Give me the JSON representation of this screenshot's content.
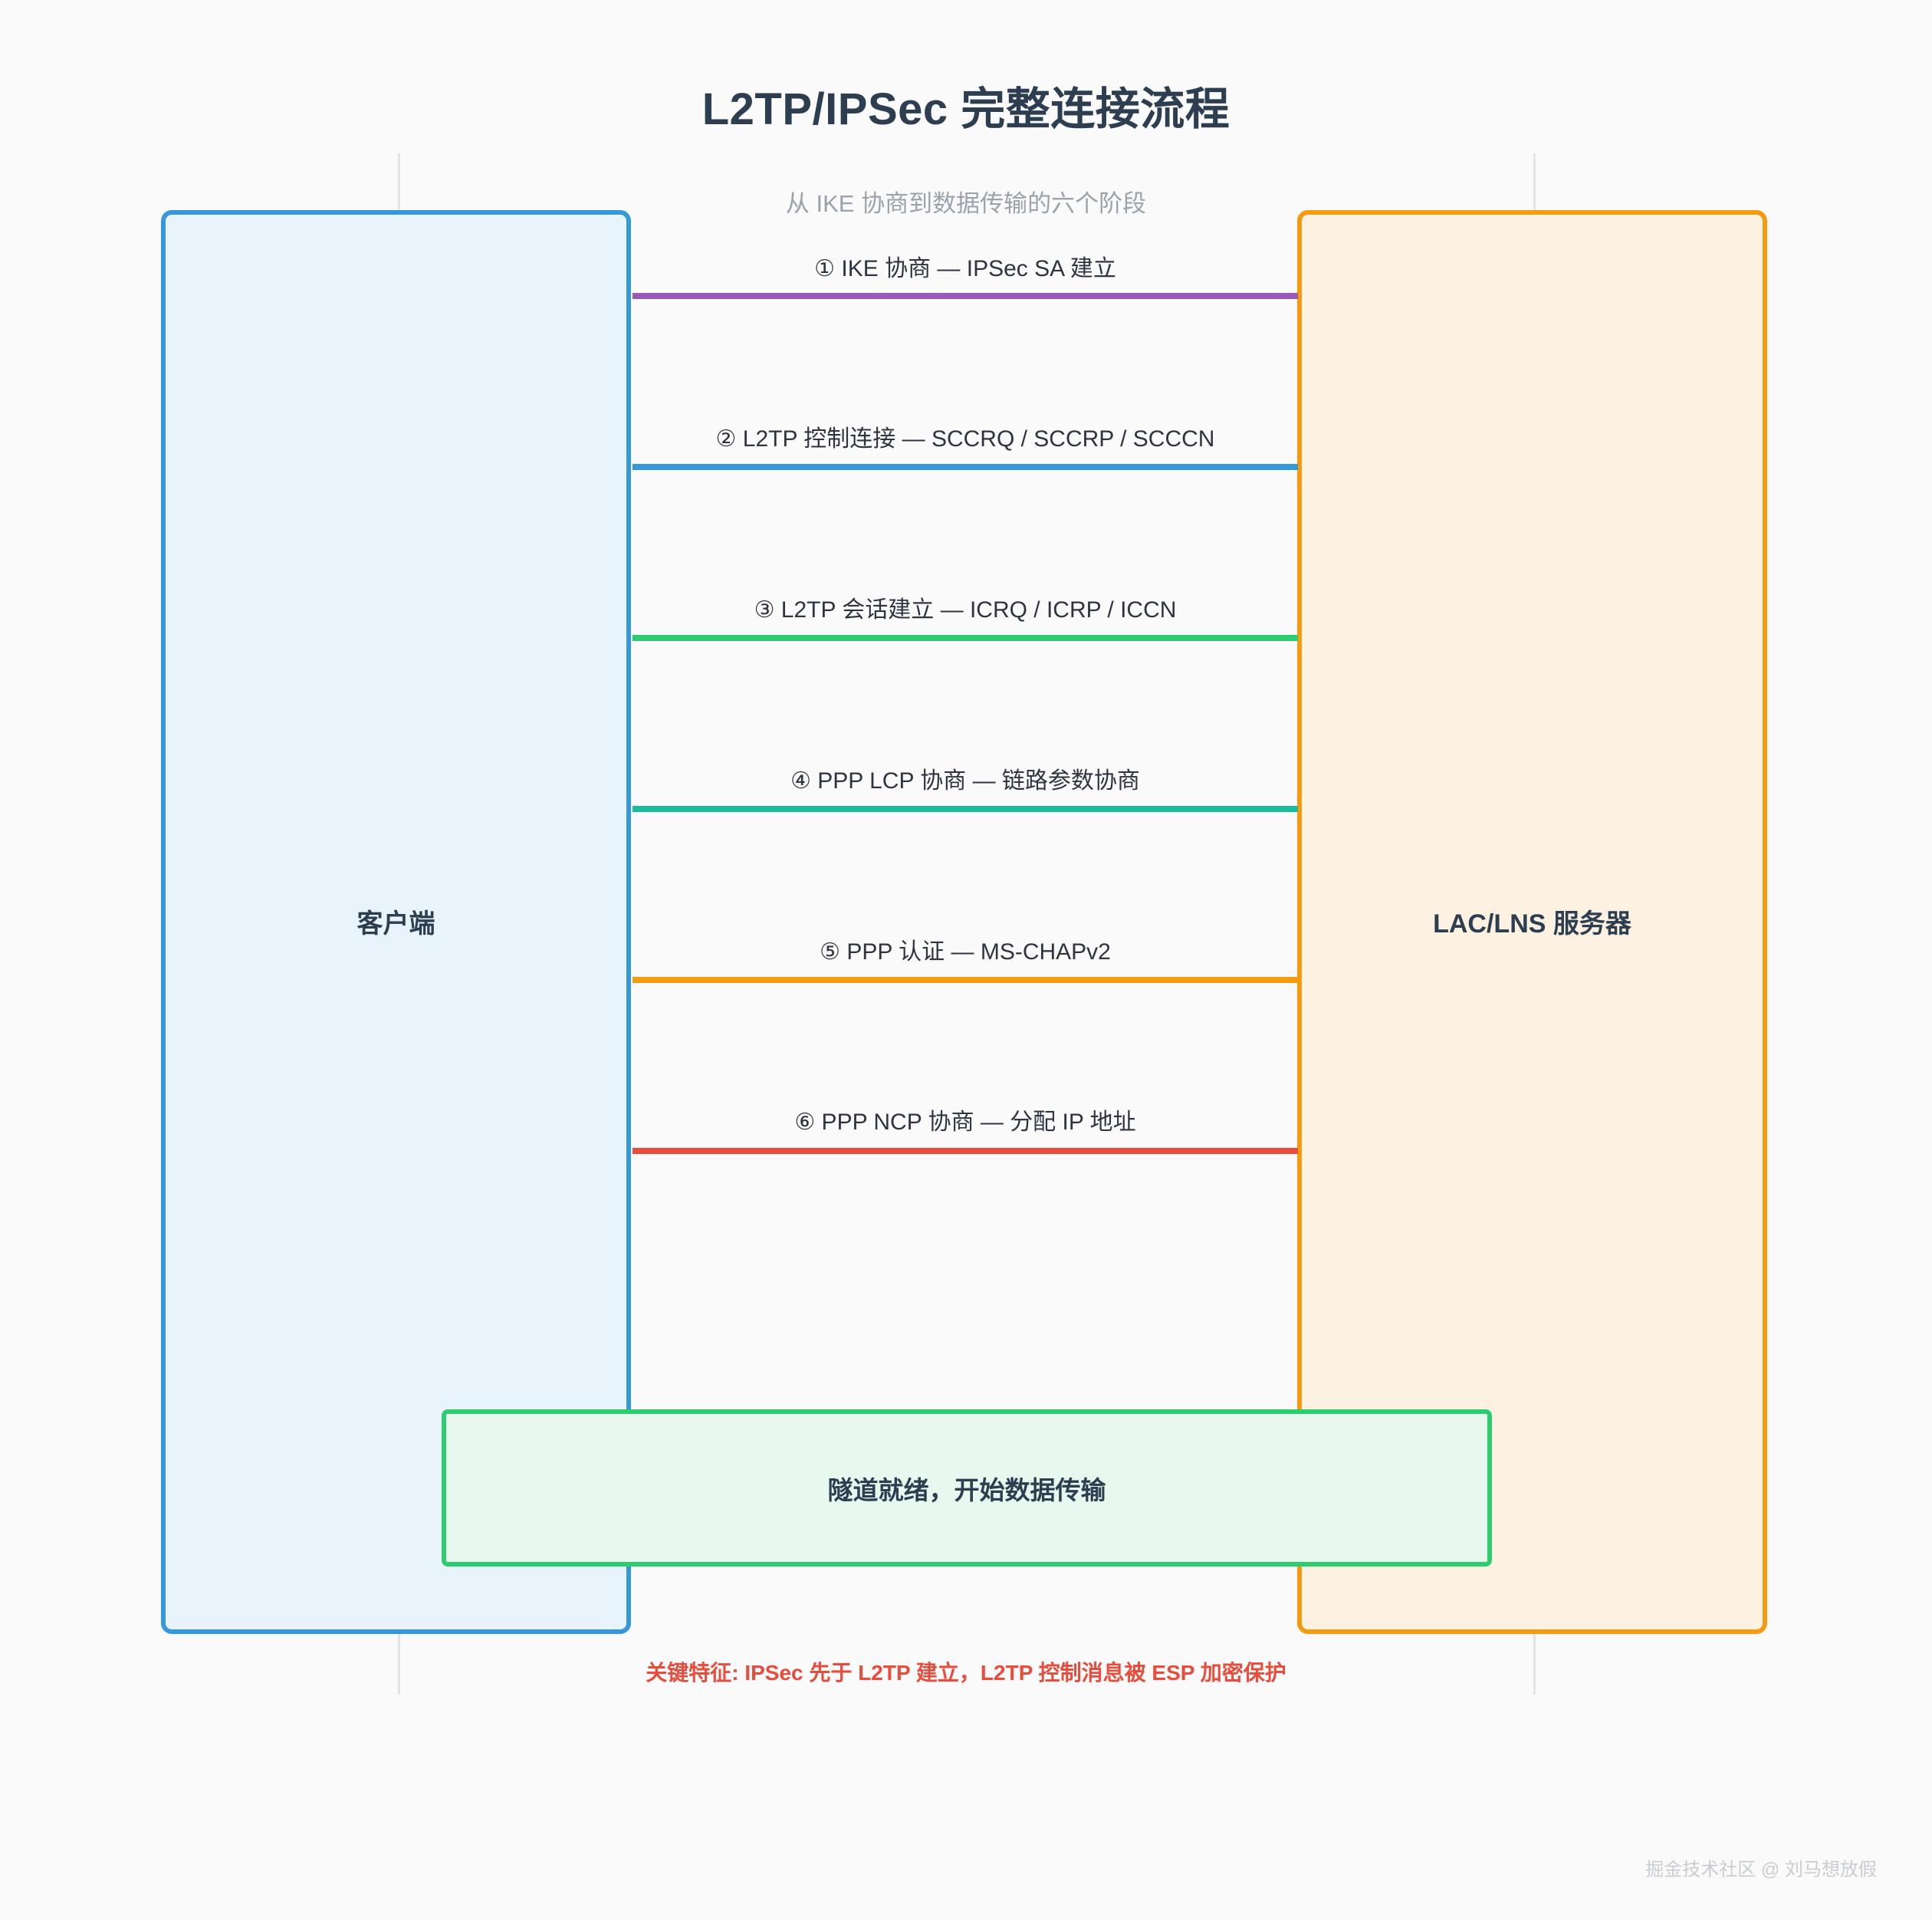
{
  "header": {
    "title": "L2TP/IPSec 完整连接流程",
    "subtitle": "从 IKE 协商到数据传输的六个阶段"
  },
  "actors": {
    "left": {
      "label": "客户端"
    },
    "right": {
      "label": "LAC/LNS 服务器"
    }
  },
  "steps": [
    {
      "label": "① IKE 协商 — IPSec SA 建立",
      "color": "#9b59b6"
    },
    {
      "label": "② L2TP 控制连接 — SCCRQ / SCCRP / SCCCN",
      "color": "#3498db"
    },
    {
      "label": "③ L2TP 会话建立 — ICRQ / ICRP / ICCN",
      "color": "#2ecc71"
    },
    {
      "label": "④ PPP LCP 协商 — 链路参数协商",
      "color": "#1abc9c"
    },
    {
      "label": "⑤ PPP 认证 — MS-CHAPv2",
      "color": "#f39c12"
    },
    {
      "label": "⑥ PPP NCP 协商 — 分配 IP 地址",
      "color": "#e74c3c"
    }
  ],
  "tunnel_note": {
    "label": "隧道就绪，开始数据传输"
  },
  "key_note": {
    "label": "关键特征: IPSec 先于 L2TP 建立，L2TP 控制消息被 ESP 加密保护"
  },
  "watermark": {
    "label": "掘金技术社区 @ 刘马想放假"
  },
  "colors": {
    "background": "#fafafa",
    "title": "#2c3e50",
    "subtitle": "#9aa3ab",
    "client_fill": "#e8f3fb",
    "client_border": "#3498db",
    "server_fill": "#fdf2e2",
    "server_border": "#f39c12",
    "tunnel_fill": "#e8f8ef",
    "tunnel_border": "#2ecc71",
    "key_note": "#e74c3c",
    "lifeline": "#e2e3e4"
  }
}
